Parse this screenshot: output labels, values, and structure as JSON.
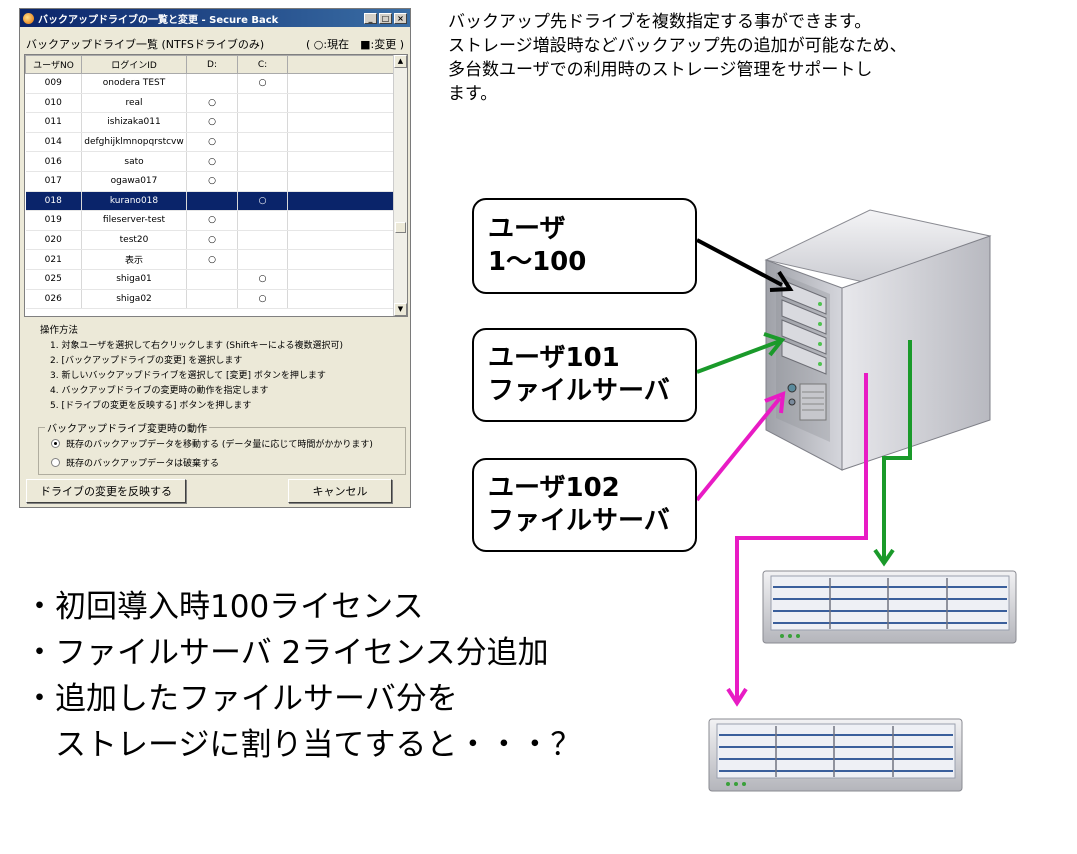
{
  "window": {
    "title": "バックアップドライブの一覧と変更 - Secure Back",
    "controls": {
      "minimize": "_",
      "maximize": "□",
      "close": "×"
    },
    "list_title": "バックアップドライブ一覧 (NTFSドライブのみ)",
    "legend_note": "( ○:現在　■:変更 )",
    "columns": [
      "ユーザNO",
      "ログインID",
      "D:",
      "C:"
    ],
    "rows": [
      {
        "no": "009",
        "id": "onodera TEST",
        "d": "",
        "c": "○"
      },
      {
        "no": "010",
        "id": "real",
        "d": "○",
        "c": ""
      },
      {
        "no": "011",
        "id": "ishizaka011",
        "d": "○",
        "c": ""
      },
      {
        "no": "014",
        "id": "defghijklmnopqrstcvw",
        "d": "○",
        "c": ""
      },
      {
        "no": "016",
        "id": "sato",
        "d": "○",
        "c": ""
      },
      {
        "no": "017",
        "id": "ogawa017",
        "d": "○",
        "c": ""
      },
      {
        "no": "018",
        "id": "kurano018",
        "d": "",
        "c": "○",
        "selected": true
      },
      {
        "no": "019",
        "id": "fileserver-test",
        "d": "○",
        "c": ""
      },
      {
        "no": "020",
        "id": "test20",
        "d": "○",
        "c": ""
      },
      {
        "no": "021",
        "id": "表示",
        "d": "○",
        "c": ""
      },
      {
        "no": "025",
        "id": "shiga01",
        "d": "",
        "c": "○"
      },
      {
        "no": "026",
        "id": "shiga02",
        "d": "",
        "c": "○"
      }
    ],
    "instructions_title": "操作方法",
    "instructions": [
      "1. 対象ユーザを選択して右クリックします (Shiftキーによる複数選択可)",
      "2. [バックアップドライブの変更] を選択します",
      "3. 新しいバックアップドライブを選択して [変更] ボタンを押します",
      "4. バックアップドライブの変更時の動作を指定します",
      "5. [ドライブの変更を反映する] ボタンを押します"
    ],
    "options_title": "バックアップドライブ変更時の動作",
    "options": [
      {
        "label": "既存のバックアップデータを移動する (データ量に応じて時間がかかります)",
        "selected": true
      },
      {
        "label": "既存のバックアップデータは破棄する",
        "selected": false
      }
    ],
    "apply_button": "ドライブの変更を反映する",
    "cancel_button": "キャンセル"
  },
  "description": [
    "バックアップ先ドライブを複数指定する事ができます。",
    "ストレージ増設時などバックアップ先の追加が可能なため、",
    "多台数ユーザでの利用時のストレージ管理をサポートし",
    "ます。"
  ],
  "boxes": [
    {
      "lines": [
        "ユーザ",
        "1～100"
      ]
    },
    {
      "lines": [
        "ユーザ101",
        "ファイルサーバ"
      ]
    },
    {
      "lines": [
        "ユーザ102",
        "ファイルサーバ"
      ]
    }
  ],
  "bullets": [
    "・初回導入時100ライセンス",
    "・ファイルサーバ 2ライセンス分追加",
    "・追加したファイルサーバ分を",
    "　ストレージに割り当てすると・・・？"
  ],
  "colors": {
    "arrow_user_1_100": "#000000",
    "arrow_user_101": "#1a9a2a",
    "arrow_user_102": "#e81bc4",
    "selection": "#0a246a"
  }
}
